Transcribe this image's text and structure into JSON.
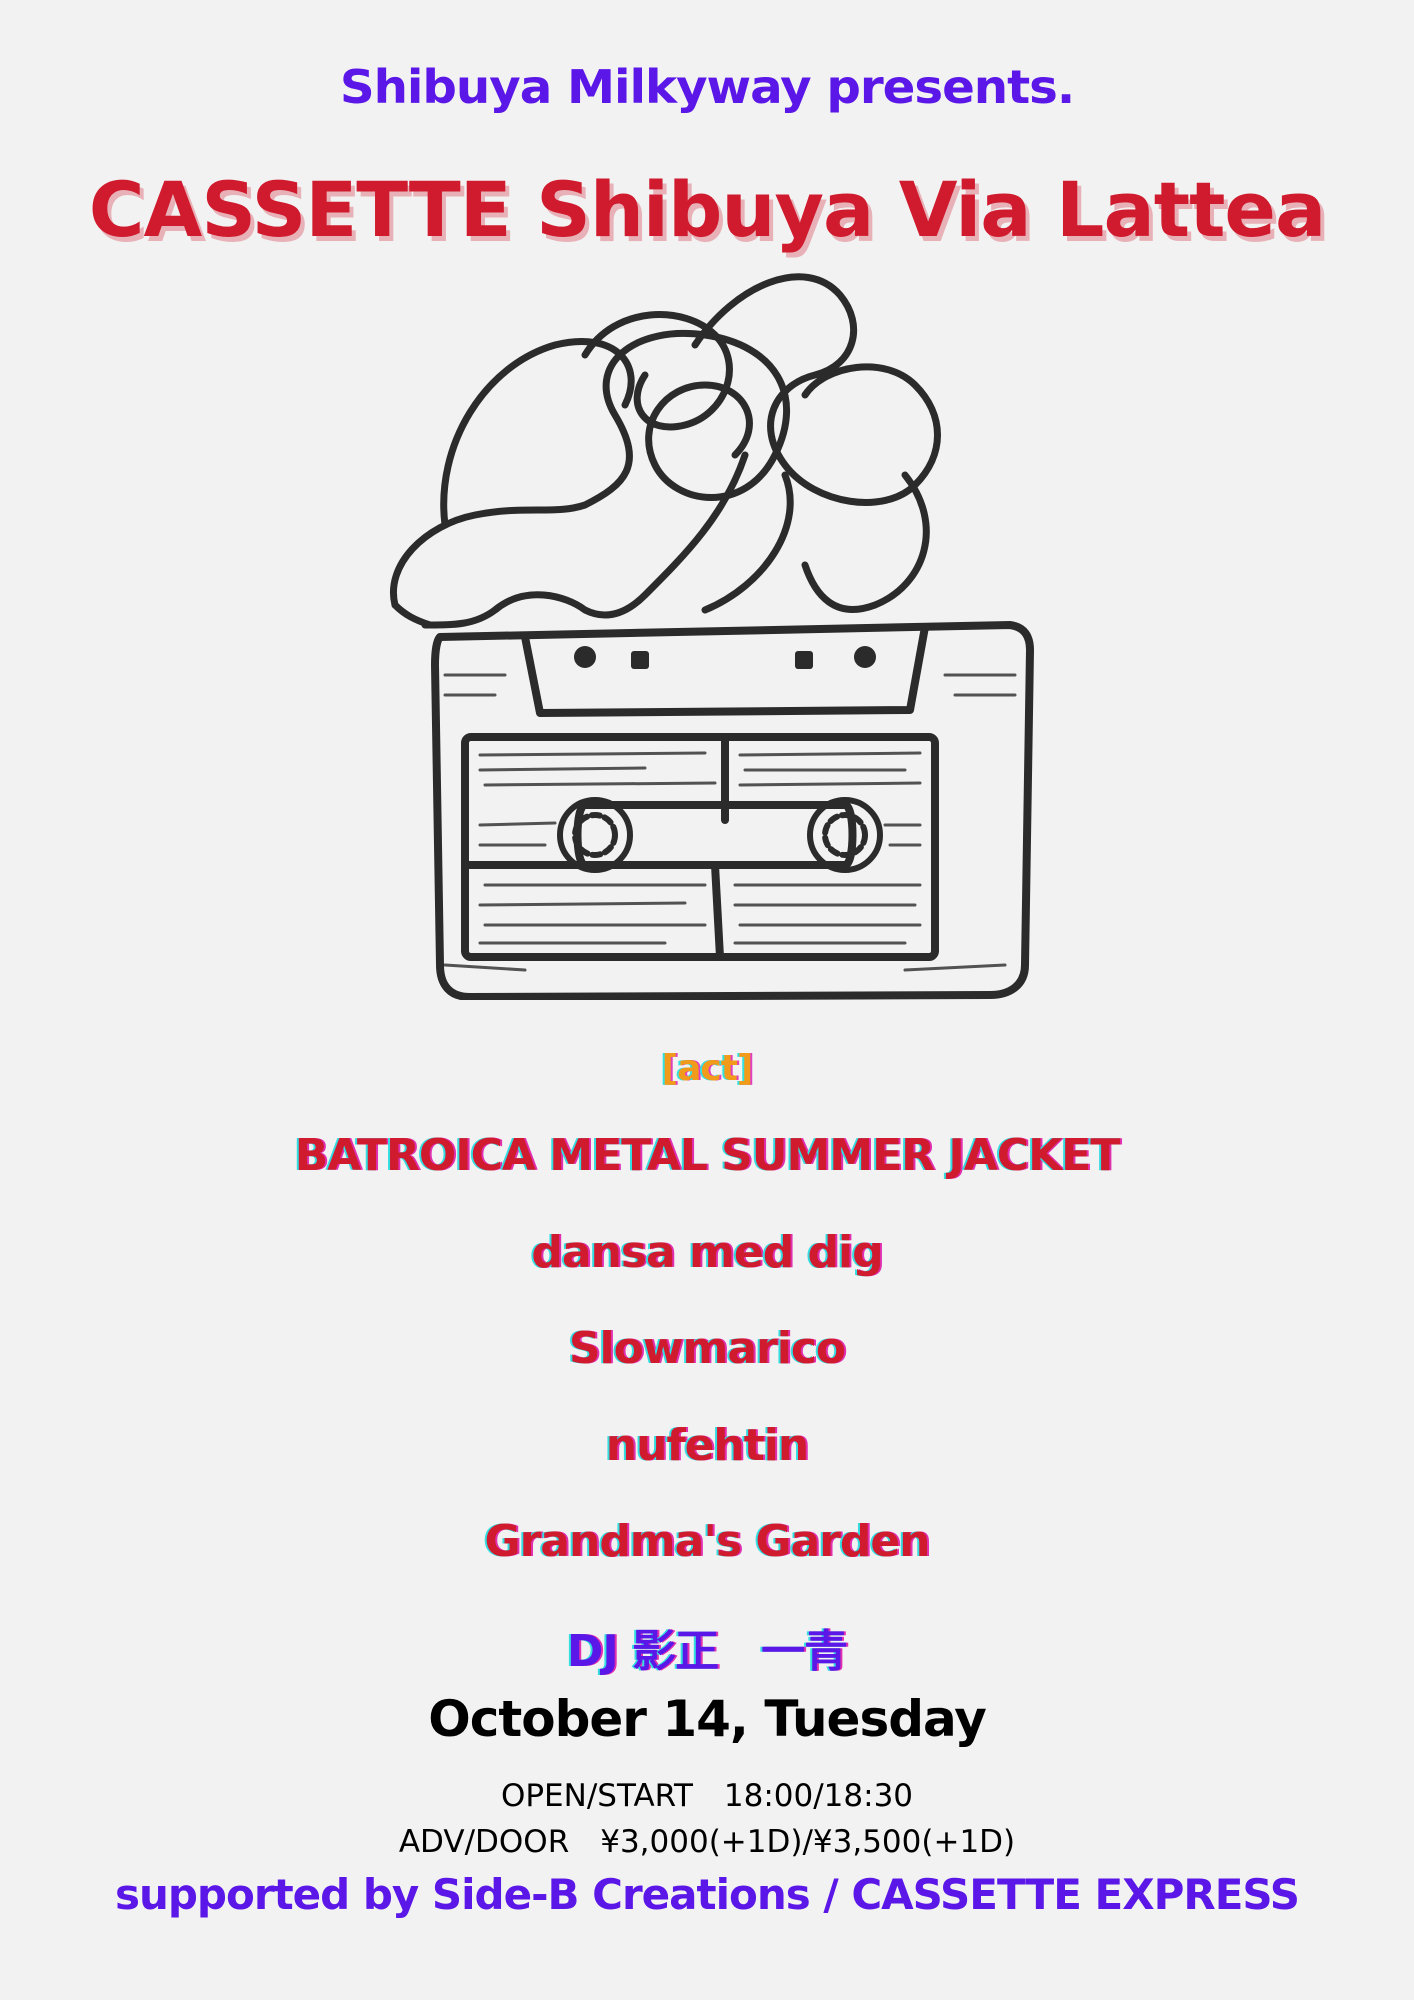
{
  "header": {
    "presenter": "Shibuya Milkyway presents.",
    "title": "CASSETTE Shibuya Via Lattea"
  },
  "illustration": {
    "icon": "cassette-tape-icon"
  },
  "lineup": {
    "heading": "[act]",
    "bands": [
      "BATROICA METAL SUMMER JACKET",
      "dansa med dig",
      "Slowmarico",
      "nufehtin",
      "Grandma's Garden"
    ],
    "dj": "DJ 影正　一青"
  },
  "event": {
    "date": "October 14, Tuesday",
    "open_start": "OPEN/START　18:00/18:30",
    "price": "ADV/DOOR　¥3,000(+1D)/¥3,500(+1D)"
  },
  "footer": {
    "supported": "supported by Side-B Creations / CASSETTE EXPRESS"
  },
  "colors": {
    "purple": "#5b16e8",
    "red": "#d01a2e",
    "orange": "#f29a1a",
    "background": "#f2f2f2"
  }
}
